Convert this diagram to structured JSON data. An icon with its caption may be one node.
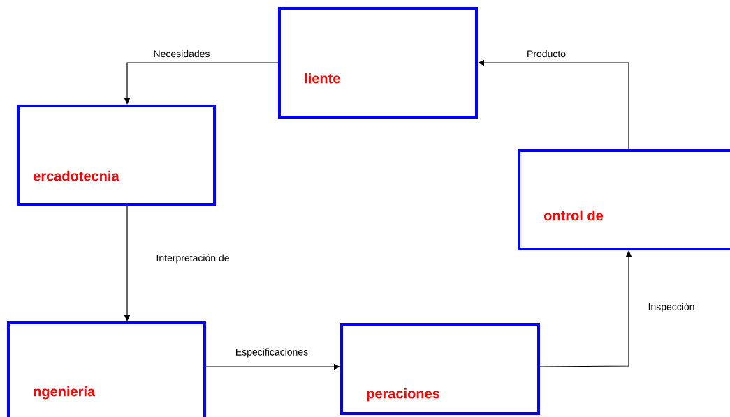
{
  "diagram": {
    "nodes": [
      {
        "text": [
          "liente"
        ]
      },
      {
        "text": [
          "ercadotecnia"
        ]
      },
      {
        "text": [
          "ontrol de"
        ]
      },
      {
        "text": [
          "ngeniería"
        ]
      },
      {
        "text": [
          "peraciones"
        ]
      }
    ],
    "edges": [
      {
        "from": 0,
        "to": 1,
        "arrow": "to",
        "label": "Necesidades"
      },
      {
        "from": 1,
        "to": 3,
        "arrow": "to",
        "label": "Interpretación de"
      },
      {
        "from": 3,
        "to": 4,
        "arrow": "to",
        "label": "Especificaciones"
      },
      {
        "from": 4,
        "to": 2,
        "arrow": "to",
        "label": "Inspección"
      },
      {
        "from": 2,
        "to": 0,
        "arrow": "to",
        "label": "Producto"
      }
    ]
  }
}
